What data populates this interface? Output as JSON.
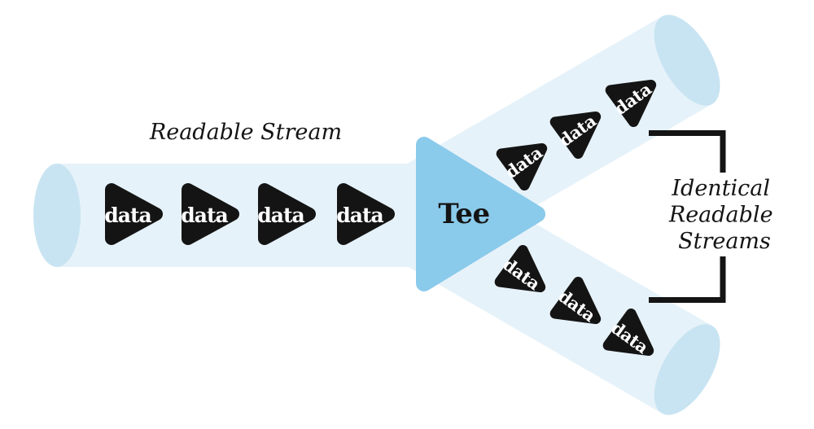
{
  "diagram": {
    "input_label": "Readable Stream",
    "tee_label": "Tee",
    "chunk_label": "data",
    "output_label_lines": [
      "Identical",
      "Readable",
      "Streams"
    ],
    "colors": {
      "pipe_body": "#E6F2F9",
      "pipe_cap": "#C8E4F2",
      "tee_fill": "#8ACAEB",
      "ink": "#141414",
      "chunk_fill": "#141414",
      "chunk_text": "#FFFFFF"
    }
  }
}
